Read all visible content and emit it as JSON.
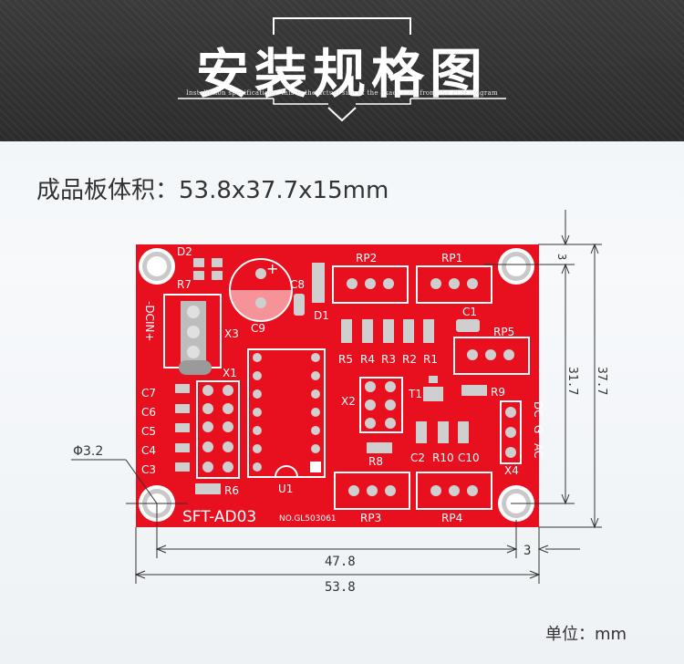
{
  "header": {
    "title": "安装规格图",
    "subtitle": "Installation specifications, this is the actual size of the exact size, from the PCB diagram"
  },
  "board_info": "成品板体积：53.8x37.7x15mm",
  "unit_label": "单位：mm",
  "dimensions": {
    "hole_diameter": "Φ3.2",
    "hole_offset_top": "3",
    "hole_offset_side": "3",
    "height_inner": "31.7",
    "height_outer": "37.7",
    "width_inner": "47.8",
    "width_outer": "53.8"
  },
  "pcb": {
    "model": "SFT-AD03",
    "part_no": "NO.GL503061",
    "labels": {
      "D2": "D2",
      "R7": "R7",
      "C8": "C8",
      "D1": "D1",
      "C9": "C9",
      "X3": "X3",
      "X1": "X1",
      "X2": "X2",
      "X4": "X4",
      "U1": "U1",
      "T1": "T1",
      "C1": "C1",
      "C2": "C2",
      "C3": "C3",
      "C4": "C4",
      "C5": "C5",
      "C6": "C6",
      "C7": "C7",
      "R1": "R1",
      "R2": "R2",
      "R3": "R3",
      "R4": "R4",
      "R5": "R5",
      "R6": "R6",
      "R8": "R8",
      "R9": "R9",
      "R10": "R10",
      "C10": "C10",
      "RP1": "RP1",
      "RP2": "RP2",
      "RP3": "RP3",
      "RP4": "RP4",
      "RP5": "RP5",
      "DCIN": "-DCIN+",
      "AC": "AC",
      "G": "G",
      "DC": "DC"
    }
  },
  "colors": {
    "pcb_red": "#e8101e",
    "silkscreen": "#ffffff",
    "pad_silver": "#d9d9d9",
    "dimension_line": "#333333"
  }
}
